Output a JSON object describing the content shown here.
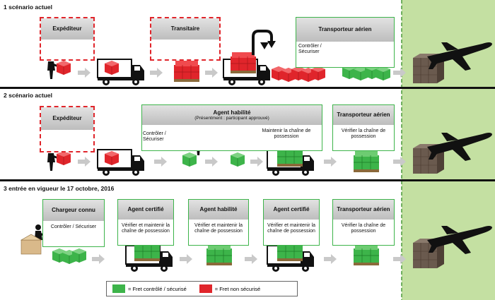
{
  "colors": {
    "secured": "#3db44a",
    "unsecured": "#e0252b",
    "band": "#c4e0a2",
    "arrow": "#c9c9c9"
  },
  "sections": [
    {
      "title": "1 scénario actuel"
    },
    {
      "title": "2 scénario actuel"
    },
    {
      "title": "3 entrée en vigueur le 17 octobre, 2016"
    }
  ],
  "s1": {
    "shipper": "Expéditeur",
    "forwarder": "Transitaire",
    "carrier": "Transporteur aérien",
    "carrier_action": "Contrôler / Sécuriser"
  },
  "s2": {
    "shipper": "Expéditeur",
    "agent": "Agent habilité",
    "agent_sub": "(Présentment : participant approuvé)",
    "agent_action_left": "Contrôler / Sécuriser",
    "agent_action_right": "Maintenir la chaîne de possession",
    "carrier": "Transporteur aérien",
    "carrier_action": "Vérifier la chaîne de possession"
  },
  "s3": {
    "shipper": "Chargeur connu",
    "shipper_action": "Contrôler / Sécuriser",
    "agent1": "Agent certifié",
    "agent1_action": "Vérifier et maintenir la chaîne de possession",
    "agent2": "Agent habilité",
    "agent2_action": "Vérifier et maintenir la chaîne de possession",
    "agent3": "Agent certifié",
    "agent3_action": "Vérifier et maintenir la chaîne de possession",
    "carrier": "Transporteur aérien",
    "carrier_action": "Vérifier la chaîne de possession"
  },
  "legend": {
    "secured": "= Fret contrôlé / sécurisé",
    "unsecured": "= Fret non sécurisé"
  },
  "icons": [
    "person-icon",
    "truck-icon",
    "pallet-icon",
    "parcel-icon",
    "scale-icon",
    "airplane-icon",
    "curved-arrow-icon",
    "flow-arrow-icon"
  ]
}
